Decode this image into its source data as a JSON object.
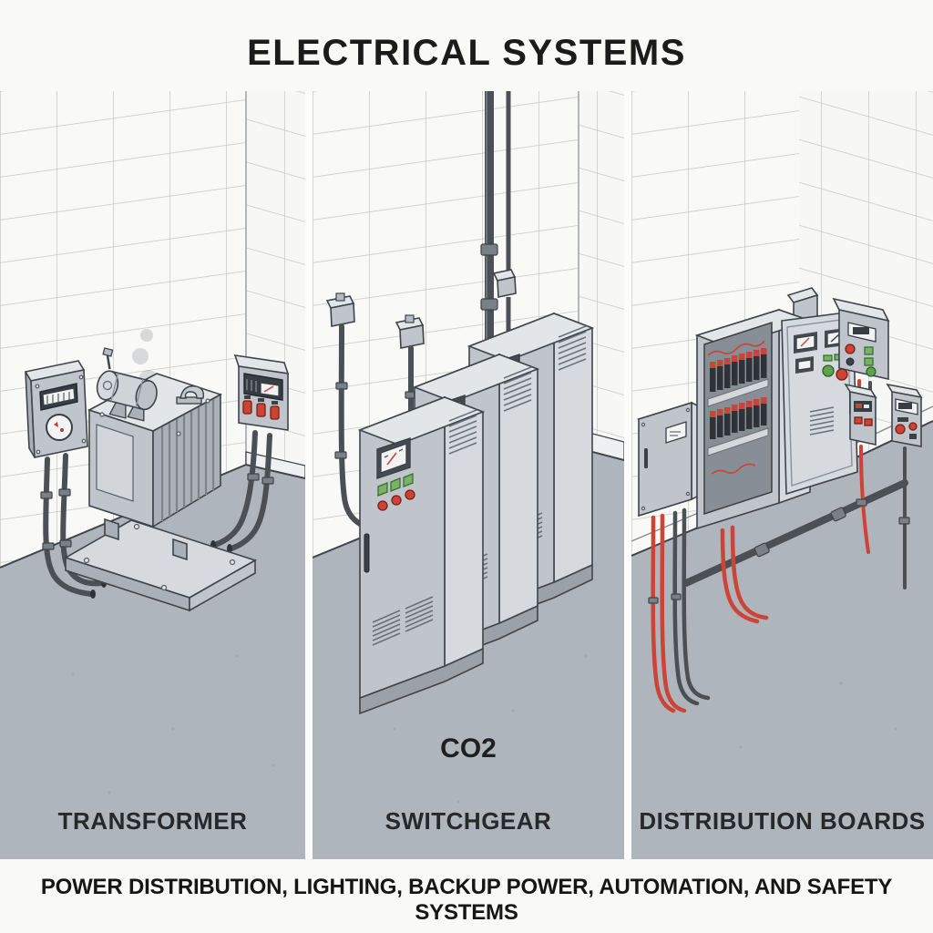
{
  "title": "ELECTRICAL SYSTEMS",
  "caption": "POWER DISTRIBUTION, LIGHTING, BACKUP POWER, AUTOMATION, AND SAFETY SYSTEMS",
  "panels": [
    {
      "id": "transformer",
      "label": "TRANSFORMER",
      "alt": "Floor-standing transformer on a mounting pad, wall meter box and wall control panel with conduits, smoke wisp above"
    },
    {
      "id": "switchgear",
      "label": "SWITCHGEAR",
      "annotation": "CO2",
      "alt": "Row of three switchgear cabinets with gauges, green and red indicators, overhead conduit runs with junction boxes"
    },
    {
      "id": "distribution-boards",
      "label": "DISTRIBUTION BOARDS",
      "alt": "Open distribution board showing breaker rows, instrumented door, auxiliary wall boxes, red and grey cabling"
    }
  ],
  "colors": {
    "wall": "#f9f9f7",
    "grout": "#c6c8c5",
    "floor": "#aeb5bc",
    "metal": "#c8cdd2",
    "outline": "#3f444a",
    "conduit": "#4b5056",
    "red": "#cd4335",
    "green": "#77b266"
  }
}
